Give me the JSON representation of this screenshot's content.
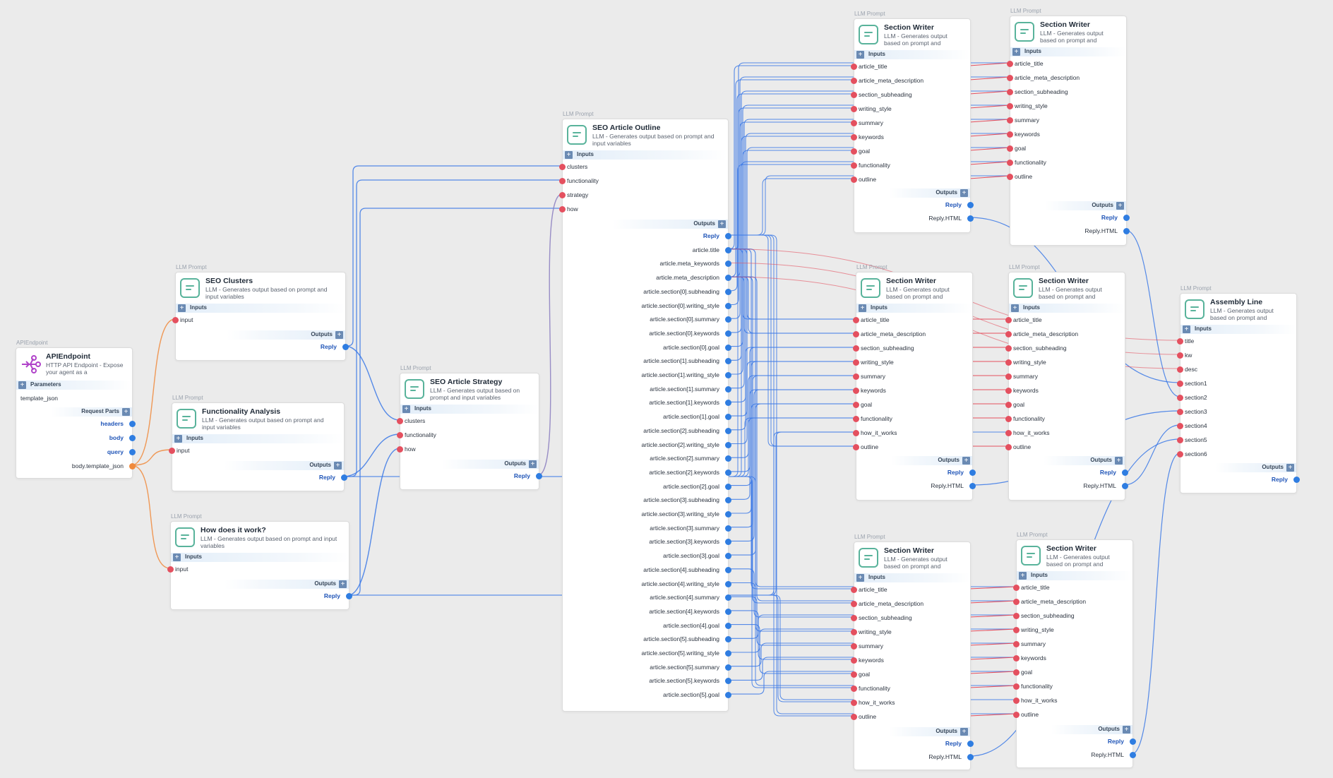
{
  "colors": {
    "canvas_bg": "#ebebeb",
    "input_port": "#e4505f",
    "output_port": "#2f7de1",
    "endpoint_port": "#f08a3c",
    "wire_blue": "#3a78e6",
    "wire_red": "#e4505f",
    "wire_orange": "#f08a3c",
    "wire_purple": "#8a7cc0",
    "node_icon": "#59b39b",
    "api_icon": "#b043c9"
  },
  "labels": {
    "inputs": "Inputs",
    "outputs": "Outputs",
    "parameters": "Parameters",
    "request_parts": "Request Parts",
    "llm_prompt": "LLM Prompt",
    "api_endpoint": "APIEndpoint",
    "plus": "+"
  },
  "nodes": {
    "api": {
      "type_label": "APIEndpoint",
      "title": "APIEndpoint",
      "desc": "HTTP API Endpoint - Expose your agent as a",
      "icon": "api-endpoint-icon",
      "parameters": [
        "template_json"
      ],
      "request_parts": [
        "headers",
        "body",
        "query",
        "body.template_json"
      ]
    },
    "seo_clusters": {
      "type_label": "LLM Prompt",
      "title": "SEO Clusters",
      "desc": "LLM - Generates output based on prompt and input variables",
      "inputs": [
        "input"
      ],
      "outputs": [
        "Reply"
      ]
    },
    "functionality_analysis": {
      "type_label": "LLM Prompt",
      "title": "Functionality Analysis",
      "desc": "LLM - Generates output based on prompt and input variables",
      "inputs": [
        "input"
      ],
      "outputs": [
        "Reply"
      ]
    },
    "how_does_it_work": {
      "type_label": "LLM Prompt",
      "title": "How does it work?",
      "desc": "LLM - Generates output based on prompt and input variables",
      "inputs": [
        "input"
      ],
      "outputs": [
        "Reply"
      ]
    },
    "seo_article_strategy": {
      "type_label": "LLM Prompt",
      "title": "SEO Article Strategy",
      "desc": "LLM - Generates output based on prompt and input variables",
      "inputs": [
        "clusters",
        "functionality",
        "how"
      ],
      "outputs": [
        "Reply"
      ]
    },
    "seo_article_outline": {
      "type_label": "LLM Prompt",
      "title": "SEO Article Outline",
      "desc": "LLM - Generates output based on prompt and input variables",
      "inputs": [
        "clusters",
        "functionality",
        "strategy",
        "how"
      ],
      "outputs": [
        "Reply",
        "article.title",
        "article.meta_keywords",
        "article.meta_description",
        "article.section[0].subheading",
        "article.section[0].writing_style",
        "article.section[0].summary",
        "article.section[0].keywords",
        "article.section[0].goal",
        "article.section[1].subheading",
        "article.section[1].writing_style",
        "article.section[1].summary",
        "article.section[1].keywords",
        "article.section[1].goal",
        "article.section[2].subheading",
        "article.section[2].writing_style",
        "article.section[2].summary",
        "article.section[2].keywords",
        "article.section[2].goal",
        "article.section[3].subheading",
        "article.section[3].writing_style",
        "article.section[3].summary",
        "article.section[3].keywords",
        "article.section[3].goal",
        "article.section[4].subheading",
        "article.section[4].writing_style",
        "article.section[4].summary",
        "article.section[4].keywords",
        "article.section[4].goal",
        "article.section[5].subheading",
        "article.section[5].writing_style",
        "article.section[5].summary",
        "article.section[5].keywords",
        "article.section[5].goal"
      ]
    },
    "writer_inputs_a": [
      "article_title",
      "article_meta_description",
      "section_subheading",
      "writing_style",
      "summary",
      "keywords",
      "goal",
      "functionality",
      "outline"
    ],
    "writer_inputs_b": [
      "article_title",
      "article_meta_description",
      "section_subheading",
      "writing_style",
      "summary",
      "keywords",
      "goal",
      "functionality",
      "how_it_works",
      "outline"
    ],
    "section_writer": {
      "type_label": "LLM Prompt",
      "title": "Section Writer",
      "desc": "LLM - Generates output based on prompt and",
      "outputs": [
        "Reply",
        "Reply.HTML"
      ]
    },
    "assembly_line": {
      "type_label": "LLM Prompt",
      "title": "Assembly Line",
      "desc": "LLM - Generates output based on prompt and",
      "inputs": [
        "title",
        "kw",
        "desc",
        "section1",
        "section2",
        "section3",
        "section4",
        "section5",
        "section6"
      ],
      "outputs": [
        "Reply"
      ]
    }
  }
}
